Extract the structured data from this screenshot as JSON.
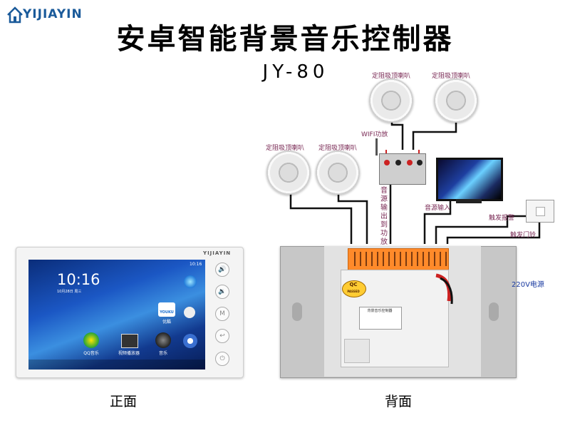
{
  "header": {
    "brand": "YIJIAYIN",
    "title": "安卓智能背景音乐控制器",
    "model": "JY-80"
  },
  "labels": {
    "speaker_top_left": "定阻吸顶喇叭",
    "speaker_top_right": "定阻吸顶喇叭",
    "speaker_mid_left": "定阻吸顶喇叭",
    "speaker_mid_right": "定阻吸顶喇叭",
    "wifi_amp": "WIFI功放",
    "source_to_amp": "音源输出到功放",
    "source_input": "音源输入",
    "alarm_trigger": "触发报警",
    "doorbell_trigger": "触发门铃",
    "power": "220V电源"
  },
  "front_panel": {
    "brand": "YIJIAYIN",
    "clock": "10:16",
    "clock_date": "10月28日 周三",
    "status_time": "10:16",
    "apps": {
      "youku_brand": "YOUKU",
      "youku": "优酷",
      "qq_music": "QQ音乐",
      "video_player": "视频播放器",
      "music": "音乐"
    },
    "caption": "正面"
  },
  "back_panel": {
    "qc": "QC",
    "qc_sub": "PASSED",
    "sticker": "背景音乐控制器",
    "caption": "背面"
  },
  "colors": {
    "wire": "#111111",
    "wire_red": "#cc2222",
    "terminal": "#ff8a2a",
    "label": "#7a2a55",
    "brand": "#1a5a9a",
    "power_label": "#1a3aa0"
  }
}
